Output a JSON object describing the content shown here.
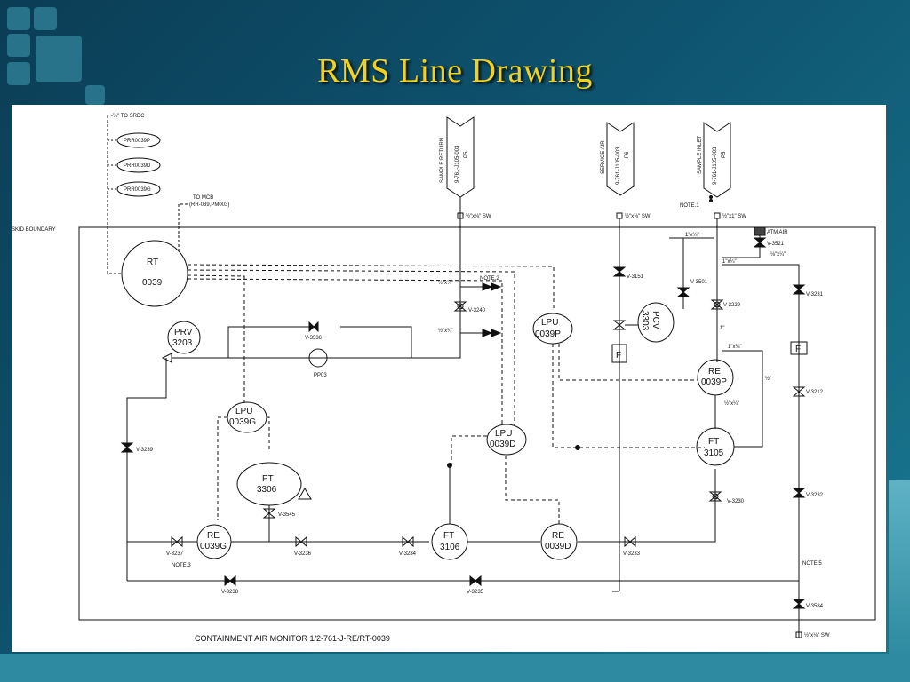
{
  "slide": {
    "title": "RMS Line Drawing"
  },
  "notes": {
    "to_srdc": "-¼\" TO SRDC",
    "to_mcb": "TO MCB",
    "to_mcb_sub": "(RR-039,PM003)",
    "skid_boundary": "SKID BOUNDARY",
    "note1": "NOTE.1",
    "note2": "NOTE.2",
    "note3": "NOTE.3",
    "note5": "NOTE.5",
    "atm_air": "ATM AIR",
    "caption": "CONTAINMENT AIR MONITOR 1/2-761-J-RE/RT-0039"
  },
  "ovals": {
    "prr_p": "PRR0039P",
    "prr_d": "PRR0039D",
    "prr_g": "PRR0039G"
  },
  "pipes": {
    "sample_return": "SAMPLE RETURN",
    "sample_return_code": "9-761-J105-003",
    "sample_return_sub": "P5",
    "service_air": "SERVICE AIR",
    "service_air_code": "9-761-J105-003",
    "service_air_sub": "P6",
    "sample_inlet": "SAMPLE INLET",
    "sample_inlet_code": "9-761-J105-003",
    "sample_inlet_sub": "P5",
    "sw1": "½\"x⅛\" SW",
    "sw2": "½\"x⅛\" SW",
    "sw3": "½\"x1\" SW",
    "sw4": "½\"x⅛\" SW"
  },
  "instruments": {
    "rt_line1": "RT",
    "rt_line2": "0039",
    "prv_line1": "PRV",
    "prv_line2": "3203",
    "lpu_g1": "LPU",
    "lpu_g2": "0039G",
    "lpu_p1": "LPU",
    "lpu_p2": "0039P",
    "lpu_d1": "LPU",
    "lpu_d2": "0039D",
    "pt1": "PT",
    "pt2": "3306",
    "pcv1": "PCV",
    "pcv2": "3303",
    "re_p1": "RE",
    "re_p2": "0039P",
    "ft_3105_1": "FT",
    "ft_3105_2": "3105",
    "re_g1": "RE",
    "re_g2": "0039G",
    "ft_3106_1": "FT",
    "ft_3106_2": "3106",
    "re_d1": "RE",
    "re_d2": "0039D",
    "pp": "PP03",
    "filter": "F",
    "filter2": "F"
  },
  "valves": {
    "v3240": "V-3240",
    "v3536": "V-3536",
    "v3151": "V-3151",
    "v3501": "V-3501",
    "v3229": "V-3229",
    "v3521": "V-3521",
    "v3231": "V-3231",
    "v3212": "V-3212",
    "v3239": "V-3239",
    "v3545": "V-3545",
    "v3230": "V-3230",
    "v3232": "V-3232",
    "v3237": "V-3237",
    "v3236": "V-3236",
    "v3234": "V-3234",
    "v3233": "V-3233",
    "v3238": "V-3238",
    "v3235": "V-3235",
    "v3584": "V-3584"
  },
  "sizes": {
    "s1": "½\"x¼\"",
    "s2": "½\"x¼\"",
    "s3": "1\"x¼\"",
    "s4": "1\"x¼\"",
    "s5": "1\"x¼\"",
    "s6": "⅛\"x¼\"",
    "s7": "½\"x¼\"",
    "half": "½\"",
    "one": "1\""
  },
  "colors": {
    "title": "#f2d21a",
    "background": "#0e5470",
    "drawing_bg": "#ffffff",
    "ink": "#111111"
  }
}
